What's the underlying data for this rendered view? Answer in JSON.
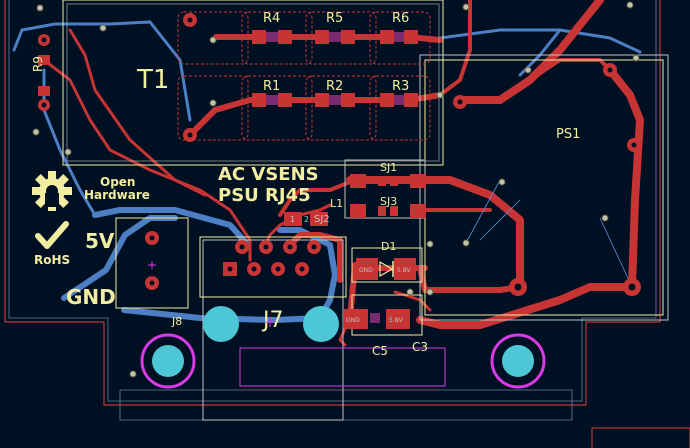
{
  "canvas": {
    "background": "#001023"
  },
  "colors": {
    "copper_front": "#c83434",
    "copper_back": "#4d7fc4",
    "silk": "#f2eda1",
    "courtyard": "#c2c2c2",
    "fab": "#af3b3b",
    "via": "#c3c3a9",
    "pad_magenta": "#d83be5",
    "pad_cyan": "#4dc7d6"
  },
  "silkscreen": {
    "logo_oshw": "Open\nHardware",
    "oshw_line1": "Open",
    "oshw_line2": "Hardware",
    "rohs": "RoHS",
    "label_5v": "5V",
    "label_gnd": "GND",
    "board_title_1": "AC VSENS",
    "board_title_2": "PSU RJ45"
  },
  "references": {
    "T1": "T1",
    "R1": "R1",
    "R2": "R2",
    "R3": "R3",
    "R4": "R4",
    "R5": "R5",
    "R6": "R6",
    "R9": "R9",
    "PS1": "PS1",
    "SJ1": "SJ1",
    "SJ2": "SJ2",
    "SJ3": "SJ3",
    "L1": "L1",
    "D1": "D1",
    "J7": "J7",
    "J8": "J8",
    "C3": "C3",
    "C5": "C5"
  },
  "pad_labels": {
    "d1_left": "GND",
    "d1_right": "5.8V",
    "c5_left": "GND",
    "c5_right": "5.8V",
    "sj2_left": "1",
    "sj2_right": "2"
  }
}
